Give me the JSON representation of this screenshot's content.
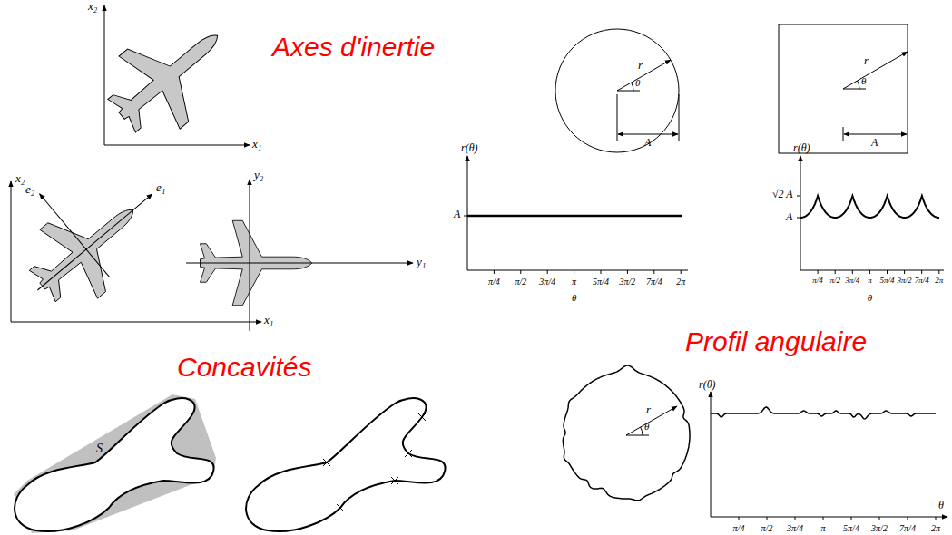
{
  "diagram": {
    "labels": [
      "x₂",
      "x₁",
      "Axes d'inertie",
      "x₂",
      "e₂",
      "e₁",
      "x₁",
      "y₂",
      "y₁",
      "Concavités",
      "S",
      "r",
      "θ",
      "A",
      "r",
      "θ",
      "A",
      "r(θ)",
      "A",
      "π/4",
      "π/2",
      "3π/4",
      "π",
      "5π/4",
      "3π/2",
      "7π/4",
      "2π",
      "θ",
      "r(θ)",
      "√2 A",
      "A",
      "π/4",
      "π/2",
      "3π/4",
      "π",
      "5π/4",
      "3π/2",
      "7π/4",
      "2π",
      "θ",
      "Profil angulaire",
      "r",
      "θ",
      "r(θ)",
      "π/4",
      "π/2",
      "3π/4",
      "π",
      "5π/4",
      "3π/2",
      "7π/4",
      "2π",
      "θ"
    ]
  }
}
